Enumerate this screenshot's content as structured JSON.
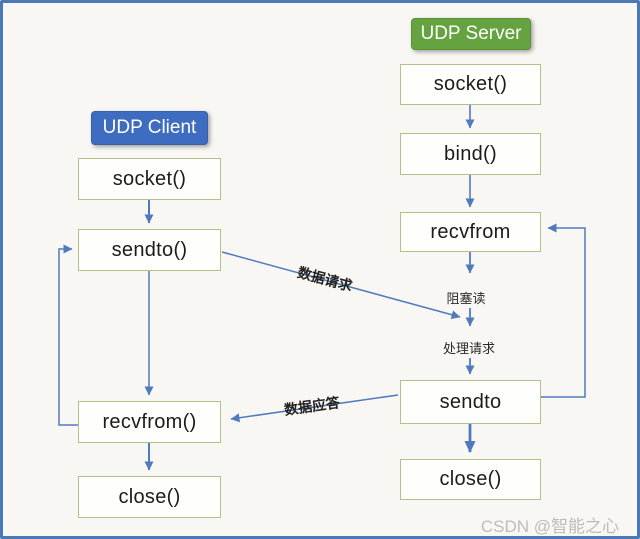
{
  "title": "UDP client-server flow diagram",
  "colors": {
    "background": "#f9f7f3",
    "frame": "#4a79b8",
    "arrow": "#4f7bbd",
    "box_border": "#b2c08a",
    "box_fill": "#fefefc",
    "server_header_bg": "#64a33f",
    "client_header_bg": "#3e6cc0",
    "header_text": "#ffffff",
    "box_text": "#1c1c1c",
    "annotation_text": "#2a2a2a",
    "watermark_text": "#bcbcbc"
  },
  "server": {
    "header": "UDP Server",
    "steps": [
      {
        "label": "socket()"
      },
      {
        "label": "bind()"
      },
      {
        "label": "recvfrom"
      },
      {
        "label": "sendto"
      },
      {
        "label": "close()"
      }
    ]
  },
  "client": {
    "header": "UDP Client",
    "steps": [
      {
        "label": "socket()"
      },
      {
        "label": "sendto()"
      },
      {
        "label": "recvfrom()"
      },
      {
        "label": "close()"
      }
    ]
  },
  "annotations": {
    "data_request": "数据请求",
    "data_reply": "数据应答",
    "blocking_read": "阻塞读",
    "process_request": "处理请求"
  },
  "watermark": "CSDN @智能之心"
}
